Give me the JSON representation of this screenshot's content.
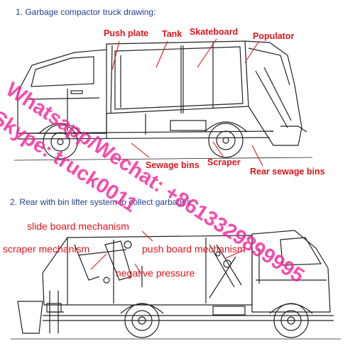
{
  "section1": {
    "heading": "1. Garbage compactor truck drawing:",
    "labels": {
      "push_plate": "Push plate",
      "tank": "Tank",
      "skateboard": "Skateboard",
      "populator": "Populator",
      "sewage_bins": "Sewage bins",
      "scraper": "Scraper",
      "rear_sewage_bins": "Rear sewage bins"
    }
  },
  "section2": {
    "heading": "2. Rear with bin lifter system to collect garbages:",
    "labels": {
      "slide_board": "slide board mechanism",
      "scraper_mech": "scraper mechanism",
      "push_board": "push board mechanism",
      "negative_pressure": "negative pressure"
    }
  },
  "watermark": {
    "line1": "Whatsapp/Wechat: +8613329899995",
    "line2": "Skype: truck0011"
  },
  "colors": {
    "label_red": "#e0151d",
    "heading_blue": "#1f3f8f",
    "watermark_pink": "#f2279a"
  }
}
